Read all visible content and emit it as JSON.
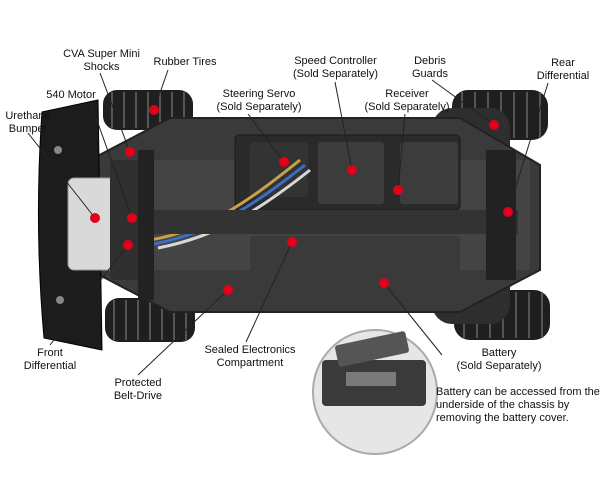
{
  "callouts": [
    {
      "id": "cva",
      "label": "CVA Super Mini\nShocks"
    },
    {
      "id": "rubber",
      "label": "Rubber Tires"
    },
    {
      "id": "speed",
      "label": "Speed Controller\n(Sold Separately)"
    },
    {
      "id": "debris",
      "label": "Debris\nGuards"
    },
    {
      "id": "rear",
      "label": "Rear\nDifferential"
    },
    {
      "id": "motor",
      "label": "540 Motor"
    },
    {
      "id": "servo",
      "label": "Steering Servo\n(Sold Separately)"
    },
    {
      "id": "receiver",
      "label": "Receiver\n(Sold Separately)"
    },
    {
      "id": "bumper",
      "label": "Urethane\nBumper"
    },
    {
      "id": "frontdiff",
      "label": "Front\nDifferential"
    },
    {
      "id": "sealed",
      "label": "Sealed Electronics\nCompartment"
    },
    {
      "id": "belt",
      "label": "Protected\nBelt-Drive"
    },
    {
      "id": "battery",
      "label": "Battery\n(Sold Separately)"
    }
  ],
  "battery_note": "Battery can be accessed from the\nunderside of the chassis by\nremoving the battery cover.",
  "colors": {
    "marker": "#e3001b",
    "chassis": "#3a3a3a",
    "tire": "#2a2a2a"
  }
}
